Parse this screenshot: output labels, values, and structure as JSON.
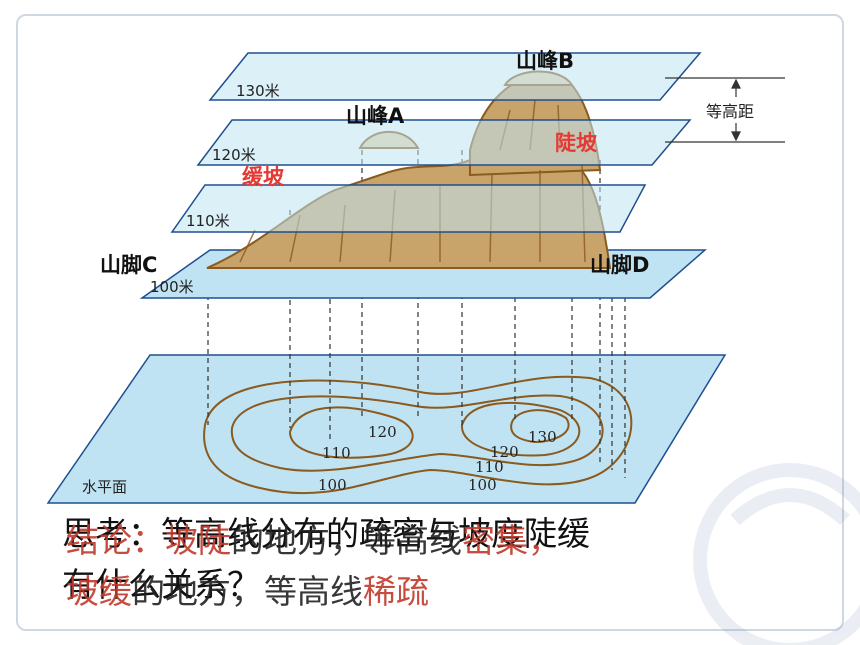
{
  "labels": {
    "peak_b": "山峰B",
    "peak_a": "山峰A",
    "foot_c": "山脚C",
    "foot_d": "山脚D",
    "steep": "陡坡",
    "gentle": "缓坡",
    "interval": "等高距"
  },
  "planes": {
    "p130": "130米",
    "p120": "120米",
    "p110": "110米",
    "p100": "100米",
    "base": "水平面"
  },
  "contours": {
    "c120a": "120",
    "c120b": "120",
    "c130": "130",
    "c110a": "110",
    "c110b": "110",
    "c100a": "100",
    "c100b": "100"
  },
  "question": {
    "line1": "思考：等高线分布的疏密与坡度陡缓",
    "line2": "有什么关系？"
  },
  "conclusion": {
    "prefix": "结论：",
    "steep": "坡陡",
    "mid1": "的地方，等高线",
    "dense": "密集",
    "sep": "，",
    "gentle": "坡缓",
    "mid2": "的地方，等高线",
    "sparse": "稀疏"
  },
  "colors": {
    "plane_fill": "#bfe3f2",
    "plane_stroke": "#1f4f8f",
    "mountain": "#c9a46a",
    "contour": "#8a5a1e",
    "accent_red": "#e53935"
  }
}
